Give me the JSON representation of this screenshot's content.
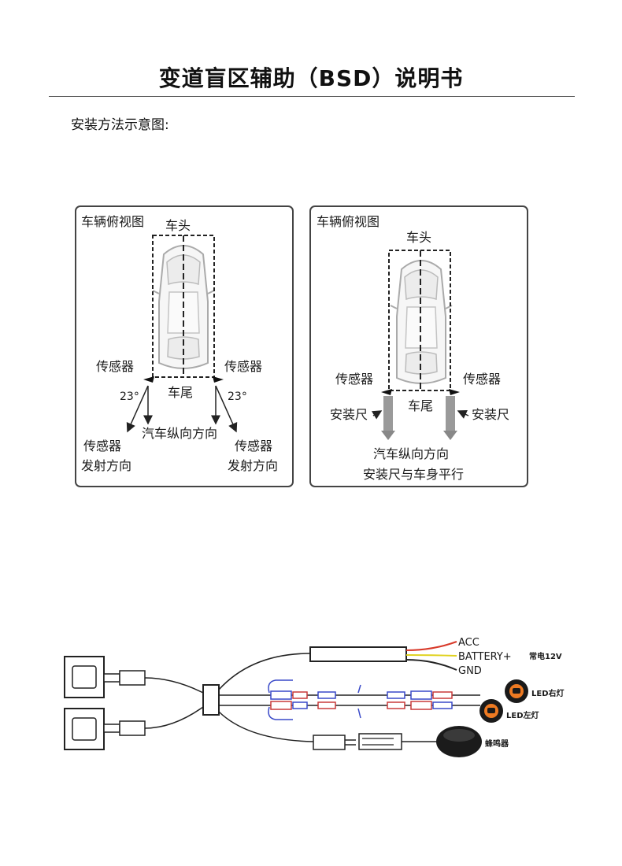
{
  "title": "变道盲区辅助（BSD）说明书",
  "section_label": "安装方法示意图:",
  "panel_left": {
    "heading": "车辆俯视图",
    "front": "车头",
    "rear": "车尾",
    "sensor_left": "传感器",
    "sensor_right": "传感器",
    "angle_left": "23°",
    "angle_right": "23°",
    "direction": "汽车纵向方向",
    "emit_left_1": "传感器",
    "emit_left_2": "发射方向",
    "emit_right_1": "传感器",
    "emit_right_2": "发射方向"
  },
  "panel_right": {
    "heading": "车辆俯视图",
    "front": "车头",
    "rear": "车尾",
    "sensor_left": "传感器",
    "sensor_right": "传感器",
    "ruler_left": "安装尺",
    "ruler_right": "安装尺",
    "direction": "汽车纵向方向",
    "parallel": "安装尺与车身平行"
  },
  "wiring": {
    "acc": "ACC",
    "battery": "BATTERY+",
    "battery_note": "常电12V",
    "gnd": "GND",
    "led_right": "LED右灯",
    "led_left": "LED左灯",
    "buzzer": "蜂鸣器"
  }
}
